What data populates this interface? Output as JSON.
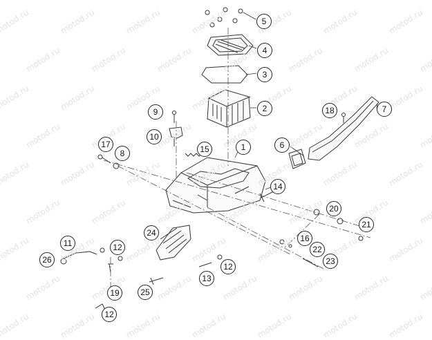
{
  "watermark": "motod.ru",
  "callouts": [
    {
      "label": "1"
    },
    {
      "label": "2"
    },
    {
      "label": "3"
    },
    {
      "label": "4"
    },
    {
      "label": "5"
    },
    {
      "label": "6"
    },
    {
      "label": "7"
    },
    {
      "label": "8"
    },
    {
      "label": "9"
    },
    {
      "label": "10"
    },
    {
      "label": "11"
    },
    {
      "label": "12"
    },
    {
      "label": "12"
    },
    {
      "label": "12"
    },
    {
      "label": "13"
    },
    {
      "label": "14"
    },
    {
      "label": "15"
    },
    {
      "label": "16"
    },
    {
      "label": "17"
    },
    {
      "label": "18"
    },
    {
      "label": "19"
    },
    {
      "label": "20"
    },
    {
      "label": "21"
    },
    {
      "label": "22"
    },
    {
      "label": "23"
    },
    {
      "label": "24"
    },
    {
      "label": "25"
    },
    {
      "label": "26"
    }
  ],
  "colors": {
    "line": "#333333",
    "part_fill": "#fafafa",
    "watermark": "#e2e2e2"
  }
}
